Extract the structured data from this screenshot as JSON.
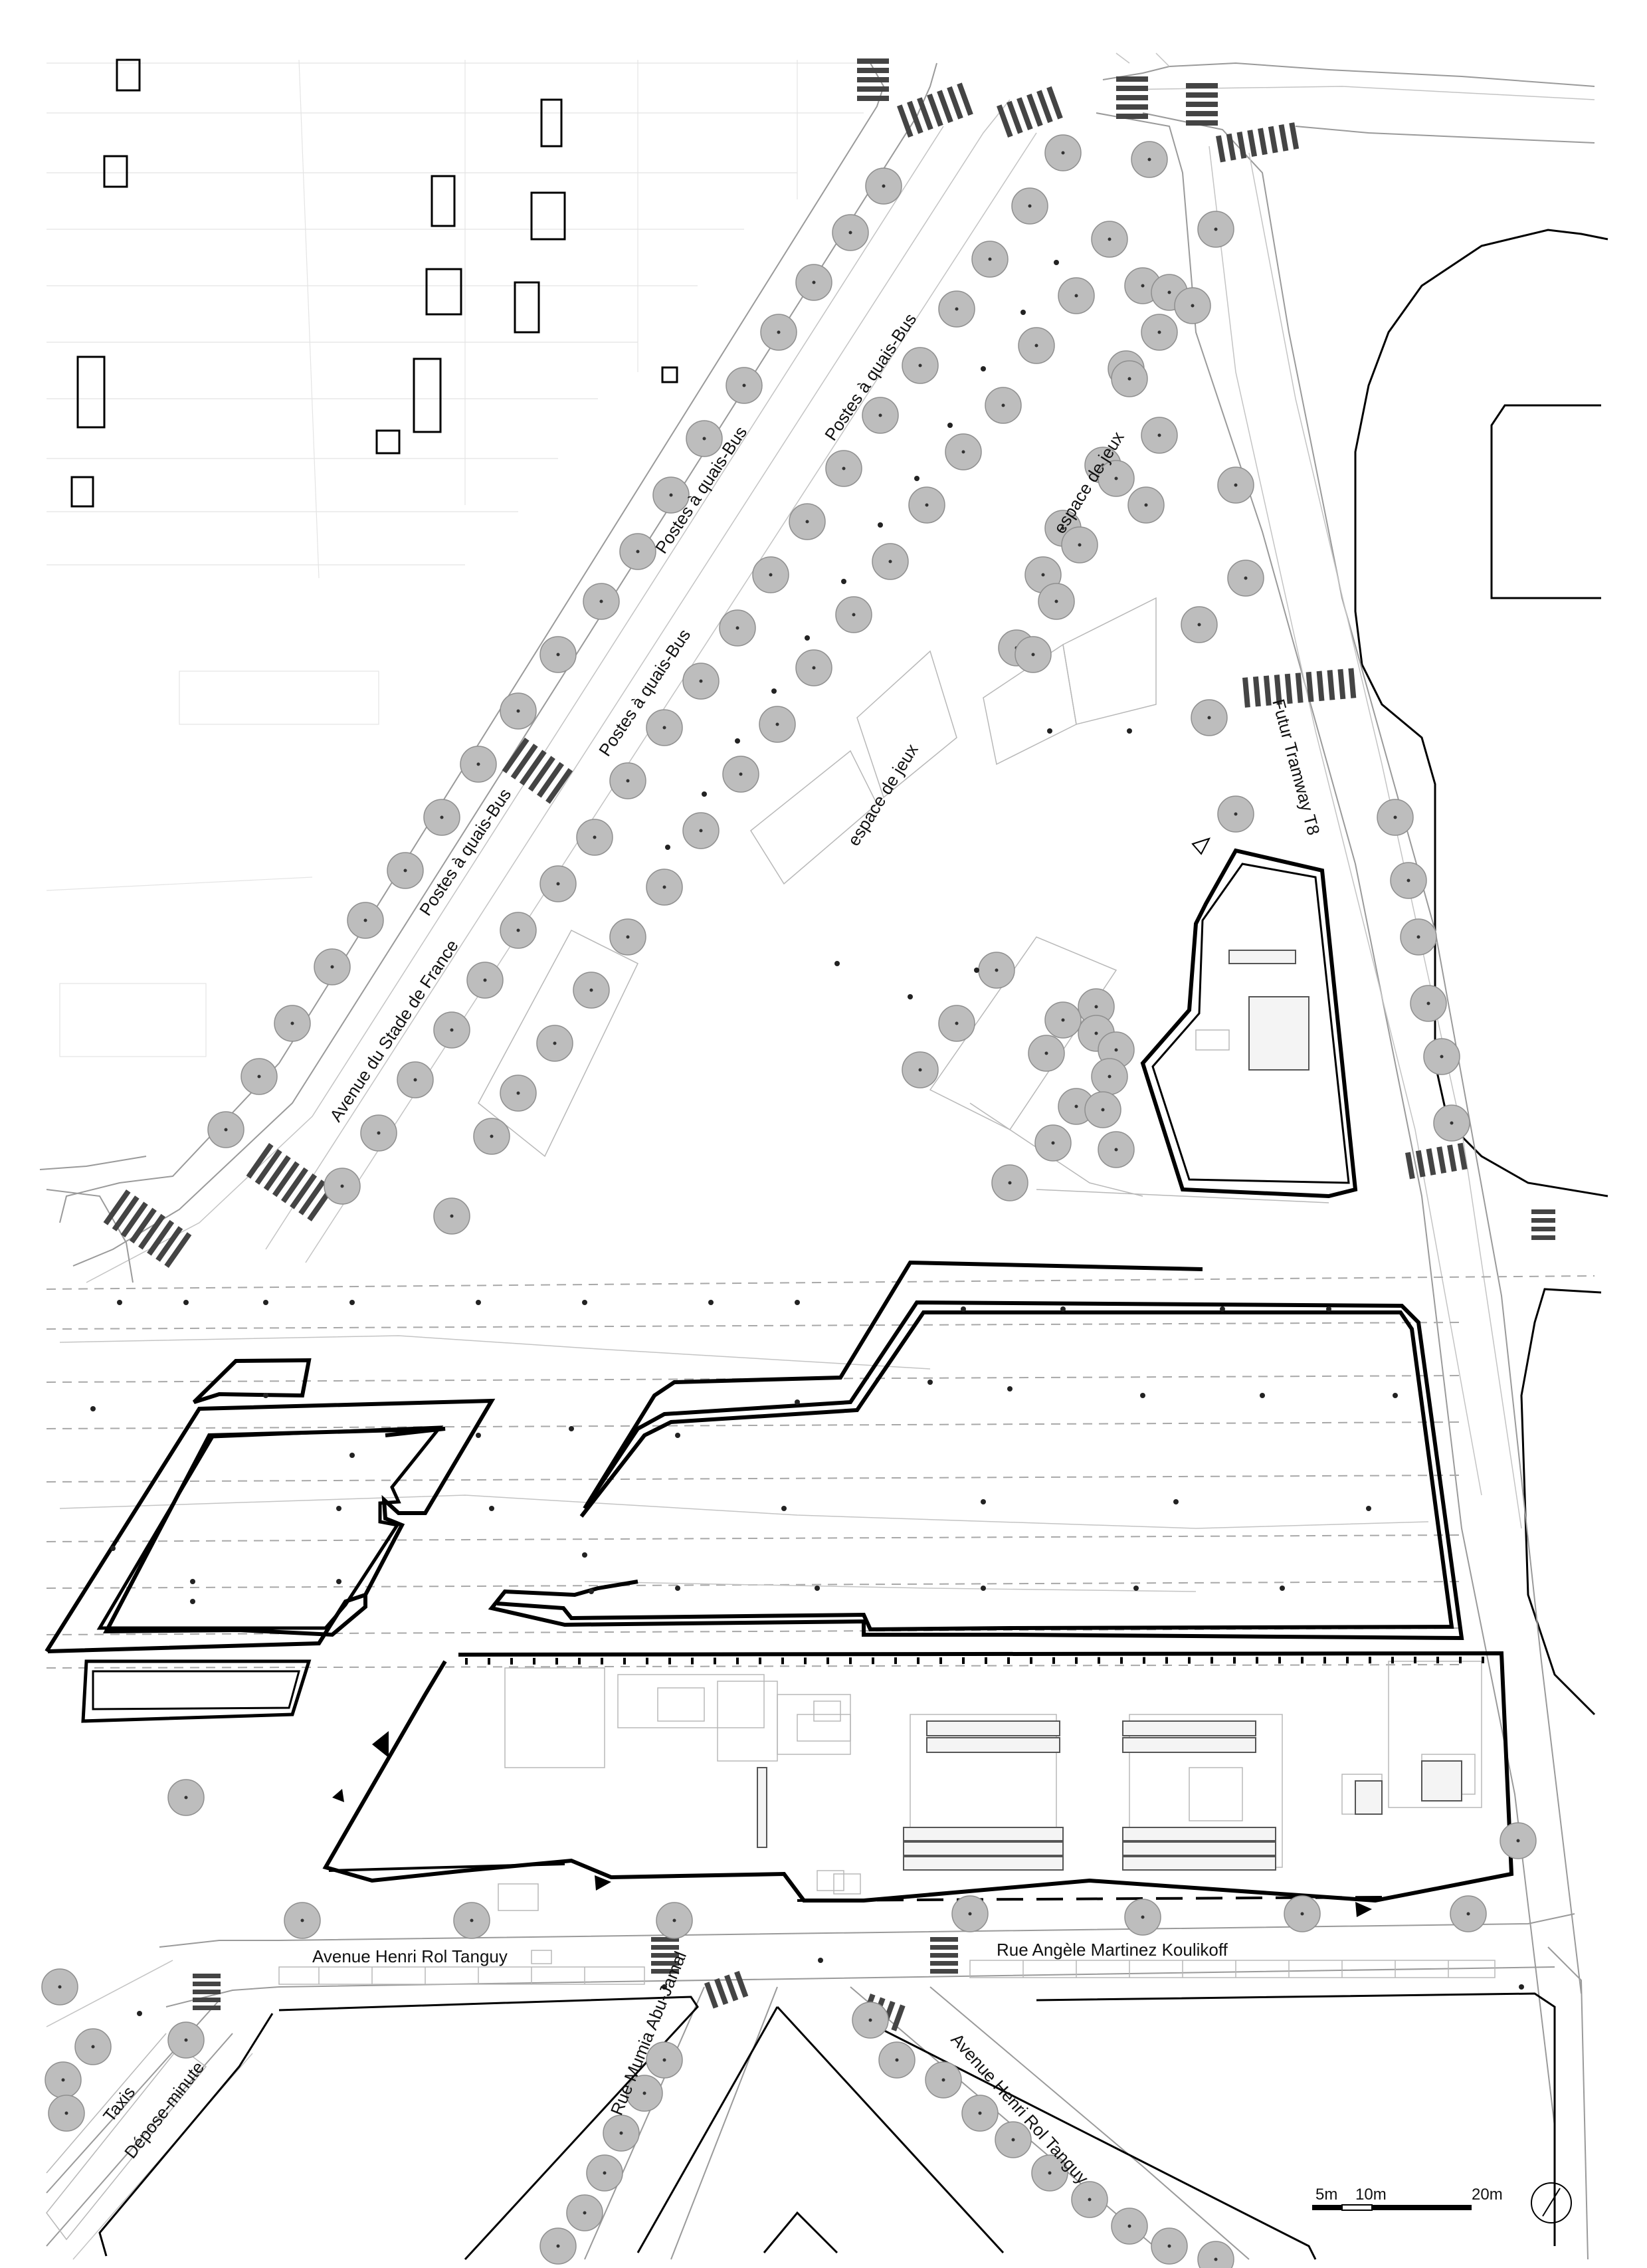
{
  "map": {
    "labels": {
      "bus_a": "Postes à quais-Bus",
      "bus_b": "Postes à quais-Bus",
      "bus_c": "Postes à quais-Bus",
      "bus_d": "Postes à quais-Bus",
      "avenue_stade": "Avenue du Stade de France",
      "jeux_a": "espace de jeux",
      "jeux_b": "espace de jeux",
      "tramway": "Futur Tramway T8",
      "rol_tanguy_h": "Avenue Henri Rol Tanguy",
      "koulikoff": "Rue Angèle Martinez Koulikoff",
      "mumia": "Rue Mumia Abu-Jamal",
      "rol_tanguy_d": "Avenue Henri Rol Tanguy",
      "taxis": "Taxis",
      "depose": "Dépose-minute"
    },
    "scale_bar": {
      "t5": "5m",
      "t10": "10m",
      "t20": "20m"
    },
    "north_arrow": "compass-icon",
    "colors": {
      "building": "#000000",
      "tree": "#bdbdbd",
      "road": "#9a9a9a"
    }
  }
}
